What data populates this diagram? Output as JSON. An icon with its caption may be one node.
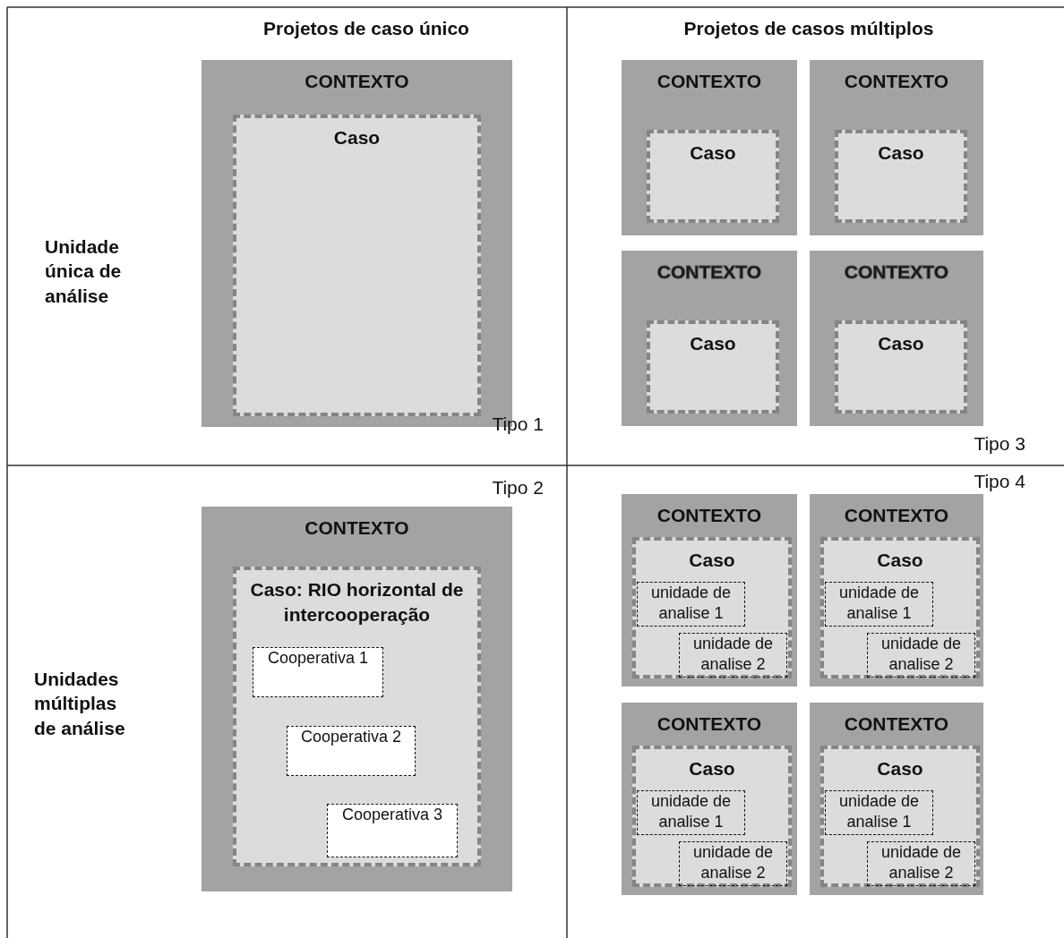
{
  "diagram": {
    "nodes": [
      {
        "text": [
          "CONTEXTO"
        ]
      },
      {
        "text": [
          "Caso"
        ],
        "in": 0
      },
      {
        "text": [
          "CONTEXTO"
        ]
      },
      {
        "text": [
          "Caso"
        ],
        "in": 2
      },
      {
        "text": [
          "CONTEXTO"
        ]
      },
      {
        "text": [
          "Caso"
        ],
        "in": 4
      },
      {
        "text": [
          "CONTEXTO"
        ]
      },
      {
        "text": [
          "Caso"
        ],
        "in": 6
      },
      {
        "text": [
          "CONTEXTO"
        ]
      },
      {
        "text": [
          "Caso"
        ],
        "in": 8
      },
      {
        "text": [
          "CONTEXTO"
        ]
      },
      {
        "text": [
          "Caso: RIO horizontal de intercooperação"
        ],
        "in": 10
      },
      {
        "text": [
          "Cooperativa 1"
        ],
        "in": 11
      },
      {
        "text": [
          "Cooperativa 2"
        ],
        "in": 11
      },
      {
        "text": [
          "Cooperativa 3"
        ],
        "in": 11
      },
      {
        "text": [
          "CONTEXTO"
        ]
      },
      {
        "text": [
          "Caso"
        ],
        "in": 15
      },
      {
        "text": [
          "unidade de analise 1"
        ],
        "in": 16
      },
      {
        "text": [
          "unidade de analise 2"
        ],
        "in": 16
      },
      {
        "text": [
          "CONTEXTO"
        ]
      },
      {
        "text": [
          "Caso"
        ],
        "in": 19
      },
      {
        "text": [
          "unidade de analise 1"
        ],
        "in": 20
      },
      {
        "text": [
          "unidade de analise 2"
        ],
        "in": 20
      },
      {
        "text": [
          "CONTEXTO"
        ]
      },
      {
        "text": [
          "Caso"
        ],
        "in": 23
      },
      {
        "text": [
          "unidade de analise 1"
        ],
        "in": 24
      },
      {
        "text": [
          "unidade de analise 2"
        ],
        "in": 24
      },
      {
        "text": [
          "CONTEXTO"
        ]
      },
      {
        "text": [
          "Caso"
        ],
        "in": 27
      },
      {
        "text": [
          "unidade de analise 1"
        ],
        "in": 28
      },
      {
        "text": [
          "unidade de analise 2"
        ],
        "in": 28
      }
    ],
    "labels": [
      "Projetos de caso único",
      "Projetos de casos múltiplos",
      "Unidade única de análise",
      "Tipo 1",
      "Tipo 3",
      "Tipo 2",
      "Tipo 4",
      "Unidades múltiplas de análise"
    ]
  }
}
